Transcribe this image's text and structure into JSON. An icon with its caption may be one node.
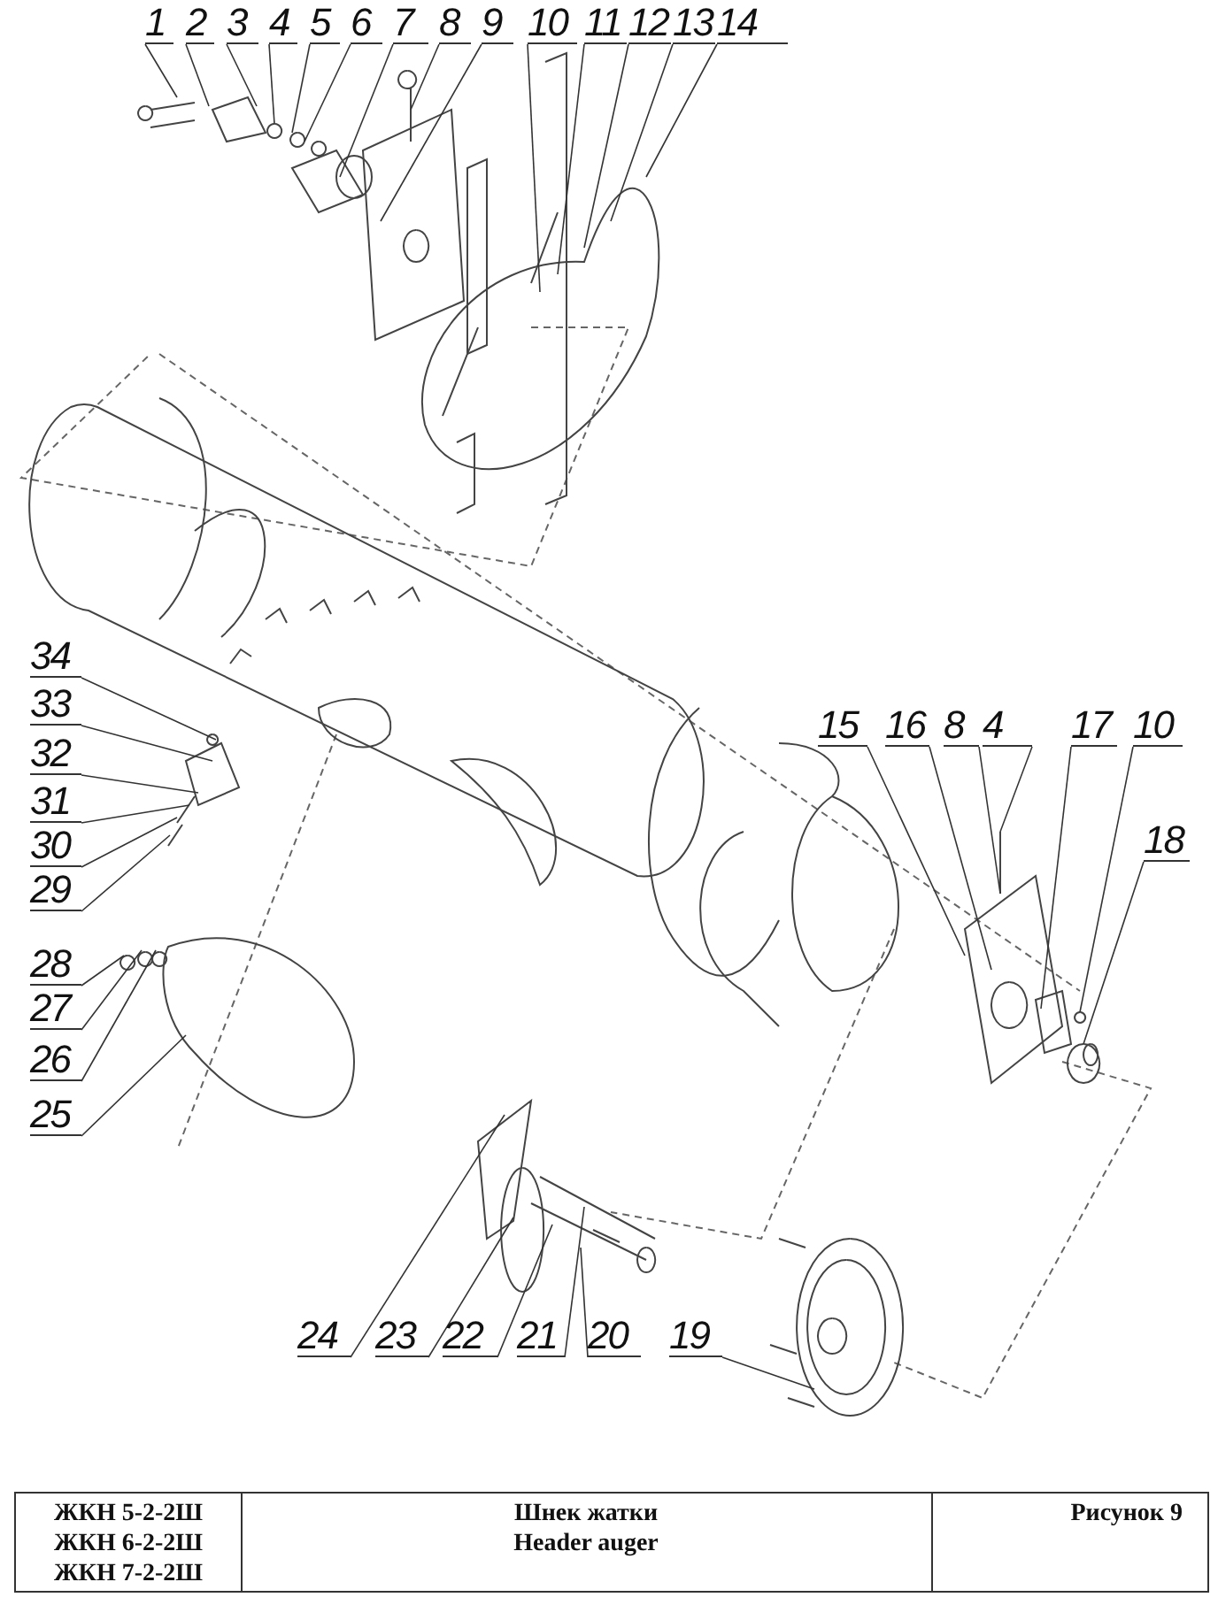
{
  "diagram": {
    "nodes": [
      {
        "text": [
          "1"
        ]
      },
      {
        "text": [
          "2"
        ]
      },
      {
        "text": [
          "3"
        ]
      },
      {
        "text": [
          "4"
        ]
      },
      {
        "text": [
          "5"
        ]
      },
      {
        "text": [
          "6"
        ]
      },
      {
        "text": [
          "7"
        ]
      },
      {
        "text": [
          "8"
        ]
      },
      {
        "text": [
          "9"
        ]
      },
      {
        "text": [
          "10"
        ]
      },
      {
        "text": [
          "11"
        ]
      },
      {
        "text": [
          "12"
        ]
      },
      {
        "text": [
          "13"
        ]
      },
      {
        "text": [
          "14"
        ]
      },
      {
        "text": [
          "15"
        ]
      },
      {
        "text": [
          "16"
        ]
      },
      {
        "text": [
          "8"
        ]
      },
      {
        "text": [
          "4"
        ]
      },
      {
        "text": [
          "17"
        ]
      },
      {
        "text": [
          "10"
        ]
      },
      {
        "text": [
          "18"
        ]
      },
      {
        "text": [
          "34"
        ]
      },
      {
        "text": [
          "33"
        ]
      },
      {
        "text": [
          "32"
        ]
      },
      {
        "text": [
          "31"
        ]
      },
      {
        "text": [
          "30"
        ]
      },
      {
        "text": [
          "29"
        ]
      },
      {
        "text": [
          "28"
        ]
      },
      {
        "text": [
          "27"
        ]
      },
      {
        "text": [
          "26"
        ]
      },
      {
        "text": [
          "25"
        ]
      },
      {
        "text": [
          "24"
        ]
      },
      {
        "text": [
          "23"
        ]
      },
      {
        "text": [
          "22"
        ]
      },
      {
        "text": [
          "21"
        ]
      },
      {
        "text": [
          "20"
        ]
      },
      {
        "text": [
          "19"
        ]
      }
    ],
    "edges": [
      {
        "from": 0,
        "to": null,
        "arrow": "none"
      },
      {
        "from": 1,
        "to": null,
        "arrow": "none"
      },
      {
        "from": 2,
        "to": null,
        "arrow": "none"
      },
      {
        "from": 3,
        "to": null,
        "arrow": "none"
      },
      {
        "from": 4,
        "to": null,
        "arrow": "none"
      },
      {
        "from": 5,
        "to": null,
        "arrow": "none"
      },
      {
        "from": 6,
        "to": null,
        "arrow": "none"
      },
      {
        "from": 7,
        "to": null,
        "arrow": "none"
      },
      {
        "from": 8,
        "to": null,
        "arrow": "none"
      },
      {
        "from": 9,
        "to": null,
        "arrow": "none"
      },
      {
        "from": 10,
        "to": null,
        "arrow": "none"
      },
      {
        "from": 11,
        "to": null,
        "arrow": "none"
      },
      {
        "from": 12,
        "to": null,
        "arrow": "none"
      },
      {
        "from": 13,
        "to": null,
        "arrow": "none"
      },
      {
        "from": 14,
        "to": null,
        "arrow": "none"
      },
      {
        "from": 15,
        "to": null,
        "arrow": "none"
      },
      {
        "from": 16,
        "to": null,
        "arrow": "none"
      },
      {
        "from": 17,
        "to": null,
        "arrow": "none"
      },
      {
        "from": 18,
        "to": null,
        "arrow": "none"
      },
      {
        "from": 19,
        "to": null,
        "arrow": "none"
      },
      {
        "from": 20,
        "to": null,
        "arrow": "none"
      },
      {
        "from": 21,
        "to": null,
        "arrow": "none"
      },
      {
        "from": 22,
        "to": null,
        "arrow": "none"
      },
      {
        "from": 23,
        "to": null,
        "arrow": "none"
      },
      {
        "from": 24,
        "to": null,
        "arrow": "none"
      },
      {
        "from": 25,
        "to": null,
        "arrow": "none"
      },
      {
        "from": 26,
        "to": null,
        "arrow": "none"
      },
      {
        "from": 27,
        "to": null,
        "arrow": "none"
      },
      {
        "from": 28,
        "to": null,
        "arrow": "none"
      },
      {
        "from": 29,
        "to": null,
        "arrow": "none"
      },
      {
        "from": 30,
        "to": null,
        "arrow": "none"
      },
      {
        "from": 31,
        "to": null,
        "arrow": "none"
      },
      {
        "from": 32,
        "to": null,
        "arrow": "none"
      },
      {
        "from": 33,
        "to": null,
        "arrow": "none"
      },
      {
        "from": 34,
        "to": null,
        "arrow": "none"
      },
      {
        "from": 35,
        "to": null,
        "arrow": "none"
      },
      {
        "from": 36,
        "to": null,
        "arrow": "none"
      }
    ],
    "labels": [
      "ЖКН 5-2-2Ш",
      "ЖКН 6-2-2Ш",
      "ЖКН 7-2-2Ш",
      "Шнек жатки",
      "Header auger",
      "Рисунок 9"
    ]
  }
}
